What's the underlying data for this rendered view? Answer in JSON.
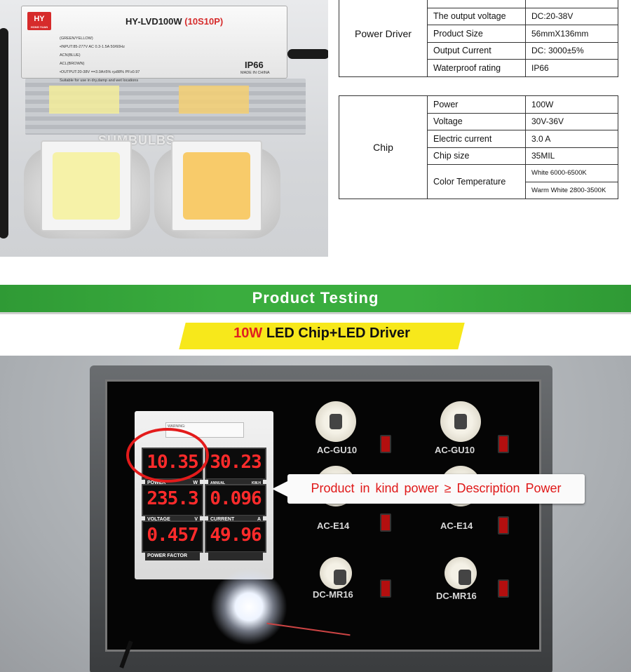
{
  "product_photo": {
    "brand_logo": "HY",
    "brand_sub": "HONG YUAN",
    "model": "HY-LVD100W",
    "model_suffix": "(10S10P)",
    "lines": [
      "(GREEN/YELLOW)",
      "•INPUT:85-277V AC 0.3-1.5A 50/60Hz",
      "ACN(BLUE)",
      "ACL(BROWN)",
      "•OUTPUT:20-38V ==3.0A±5%  η≥88%  PF≥0.97",
      "Suitable for use in dry,damp and wet locations"
    ],
    "ip_rating": "IP66",
    "made_in": "MADE IN CHINA",
    "watermark": "SUMBULBS"
  },
  "power_driver_table": {
    "group": "Power Driver",
    "rows": [
      {
        "key": "",
        "value": ""
      },
      {
        "key": "The output voltage",
        "value": "DC:20-38V"
      },
      {
        "key": "Product Size",
        "value": "56mmX136mm"
      },
      {
        "key": "Output Current",
        "value": "DC: 3000±5%"
      },
      {
        "key": "Waterproof rating",
        "value": "IP66"
      }
    ]
  },
  "chip_table": {
    "group": "Chip",
    "rows": [
      {
        "key": "Power",
        "value": "100W"
      },
      {
        "key": "Voltage",
        "value": "30V-36V"
      },
      {
        "key": "Electric current",
        "value": "3.0 A"
      },
      {
        "key": "Chip size",
        "value": "35MIL"
      }
    ],
    "color_temperature": {
      "key": "Color Temperature",
      "values": [
        "White 6000-6500K",
        "Warm White 2800-3500K"
      ]
    }
  },
  "section_banner": "Product Testing",
  "subtitle": {
    "highlight": "10W",
    "text": "LED Chip+LED Driver"
  },
  "meter": {
    "warning": "WARNING:",
    "displays": [
      {
        "value": "10.35",
        "label": "POWER",
        "unit": "W"
      },
      {
        "value": "30.23",
        "label": "ANNUAL CONSUMPTION",
        "unit": "KW.H"
      },
      {
        "value": "235.3",
        "label": "VOLTAGE",
        "unit": "V"
      },
      {
        "value": "0.096",
        "label": "CURRENT",
        "unit": "A"
      },
      {
        "value": "0.457",
        "label": "POWER FACTOR",
        "unit": ""
      },
      {
        "value": "49.96",
        "label": "",
        "unit": ""
      }
    ]
  },
  "callout": "Product in kind power ≥ Description Power",
  "sockets": [
    "AC-GU10",
    "AC-GU10",
    "AC-E14",
    "AC-E14",
    "DC-MR16",
    "DC-MR16"
  ]
}
